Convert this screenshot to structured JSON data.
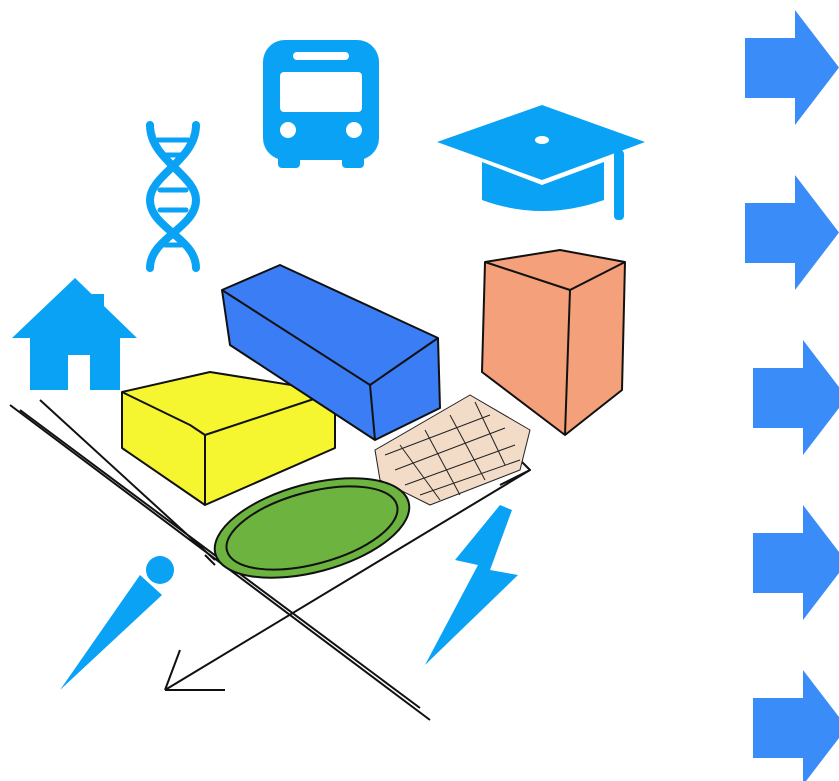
{
  "diagram": {
    "icons": [
      {
        "name": "house-icon",
        "color": "#0AA2F5"
      },
      {
        "name": "dna-icon",
        "color": "#0AA2F5"
      },
      {
        "name": "bus-icon",
        "color": "#0AA2F5"
      },
      {
        "name": "graduation-cap-icon",
        "color": "#0AA2F5"
      },
      {
        "name": "carrot-icon",
        "color": "#0AA2F5"
      },
      {
        "name": "lightning-bolt-icon",
        "color": "#0AA2F5"
      }
    ],
    "sketch_blocks": [
      {
        "name": "yellow-block",
        "color": "#F5F530"
      },
      {
        "name": "blue-block",
        "color": "#3A7DF5"
      },
      {
        "name": "orange-block",
        "color": "#F4A07A"
      },
      {
        "name": "green-oval",
        "color": "#6DB33F"
      },
      {
        "name": "hatched-area",
        "color": "#F2DCC8"
      }
    ],
    "arrows": {
      "count": 5,
      "color": "#3A8DF8"
    }
  }
}
